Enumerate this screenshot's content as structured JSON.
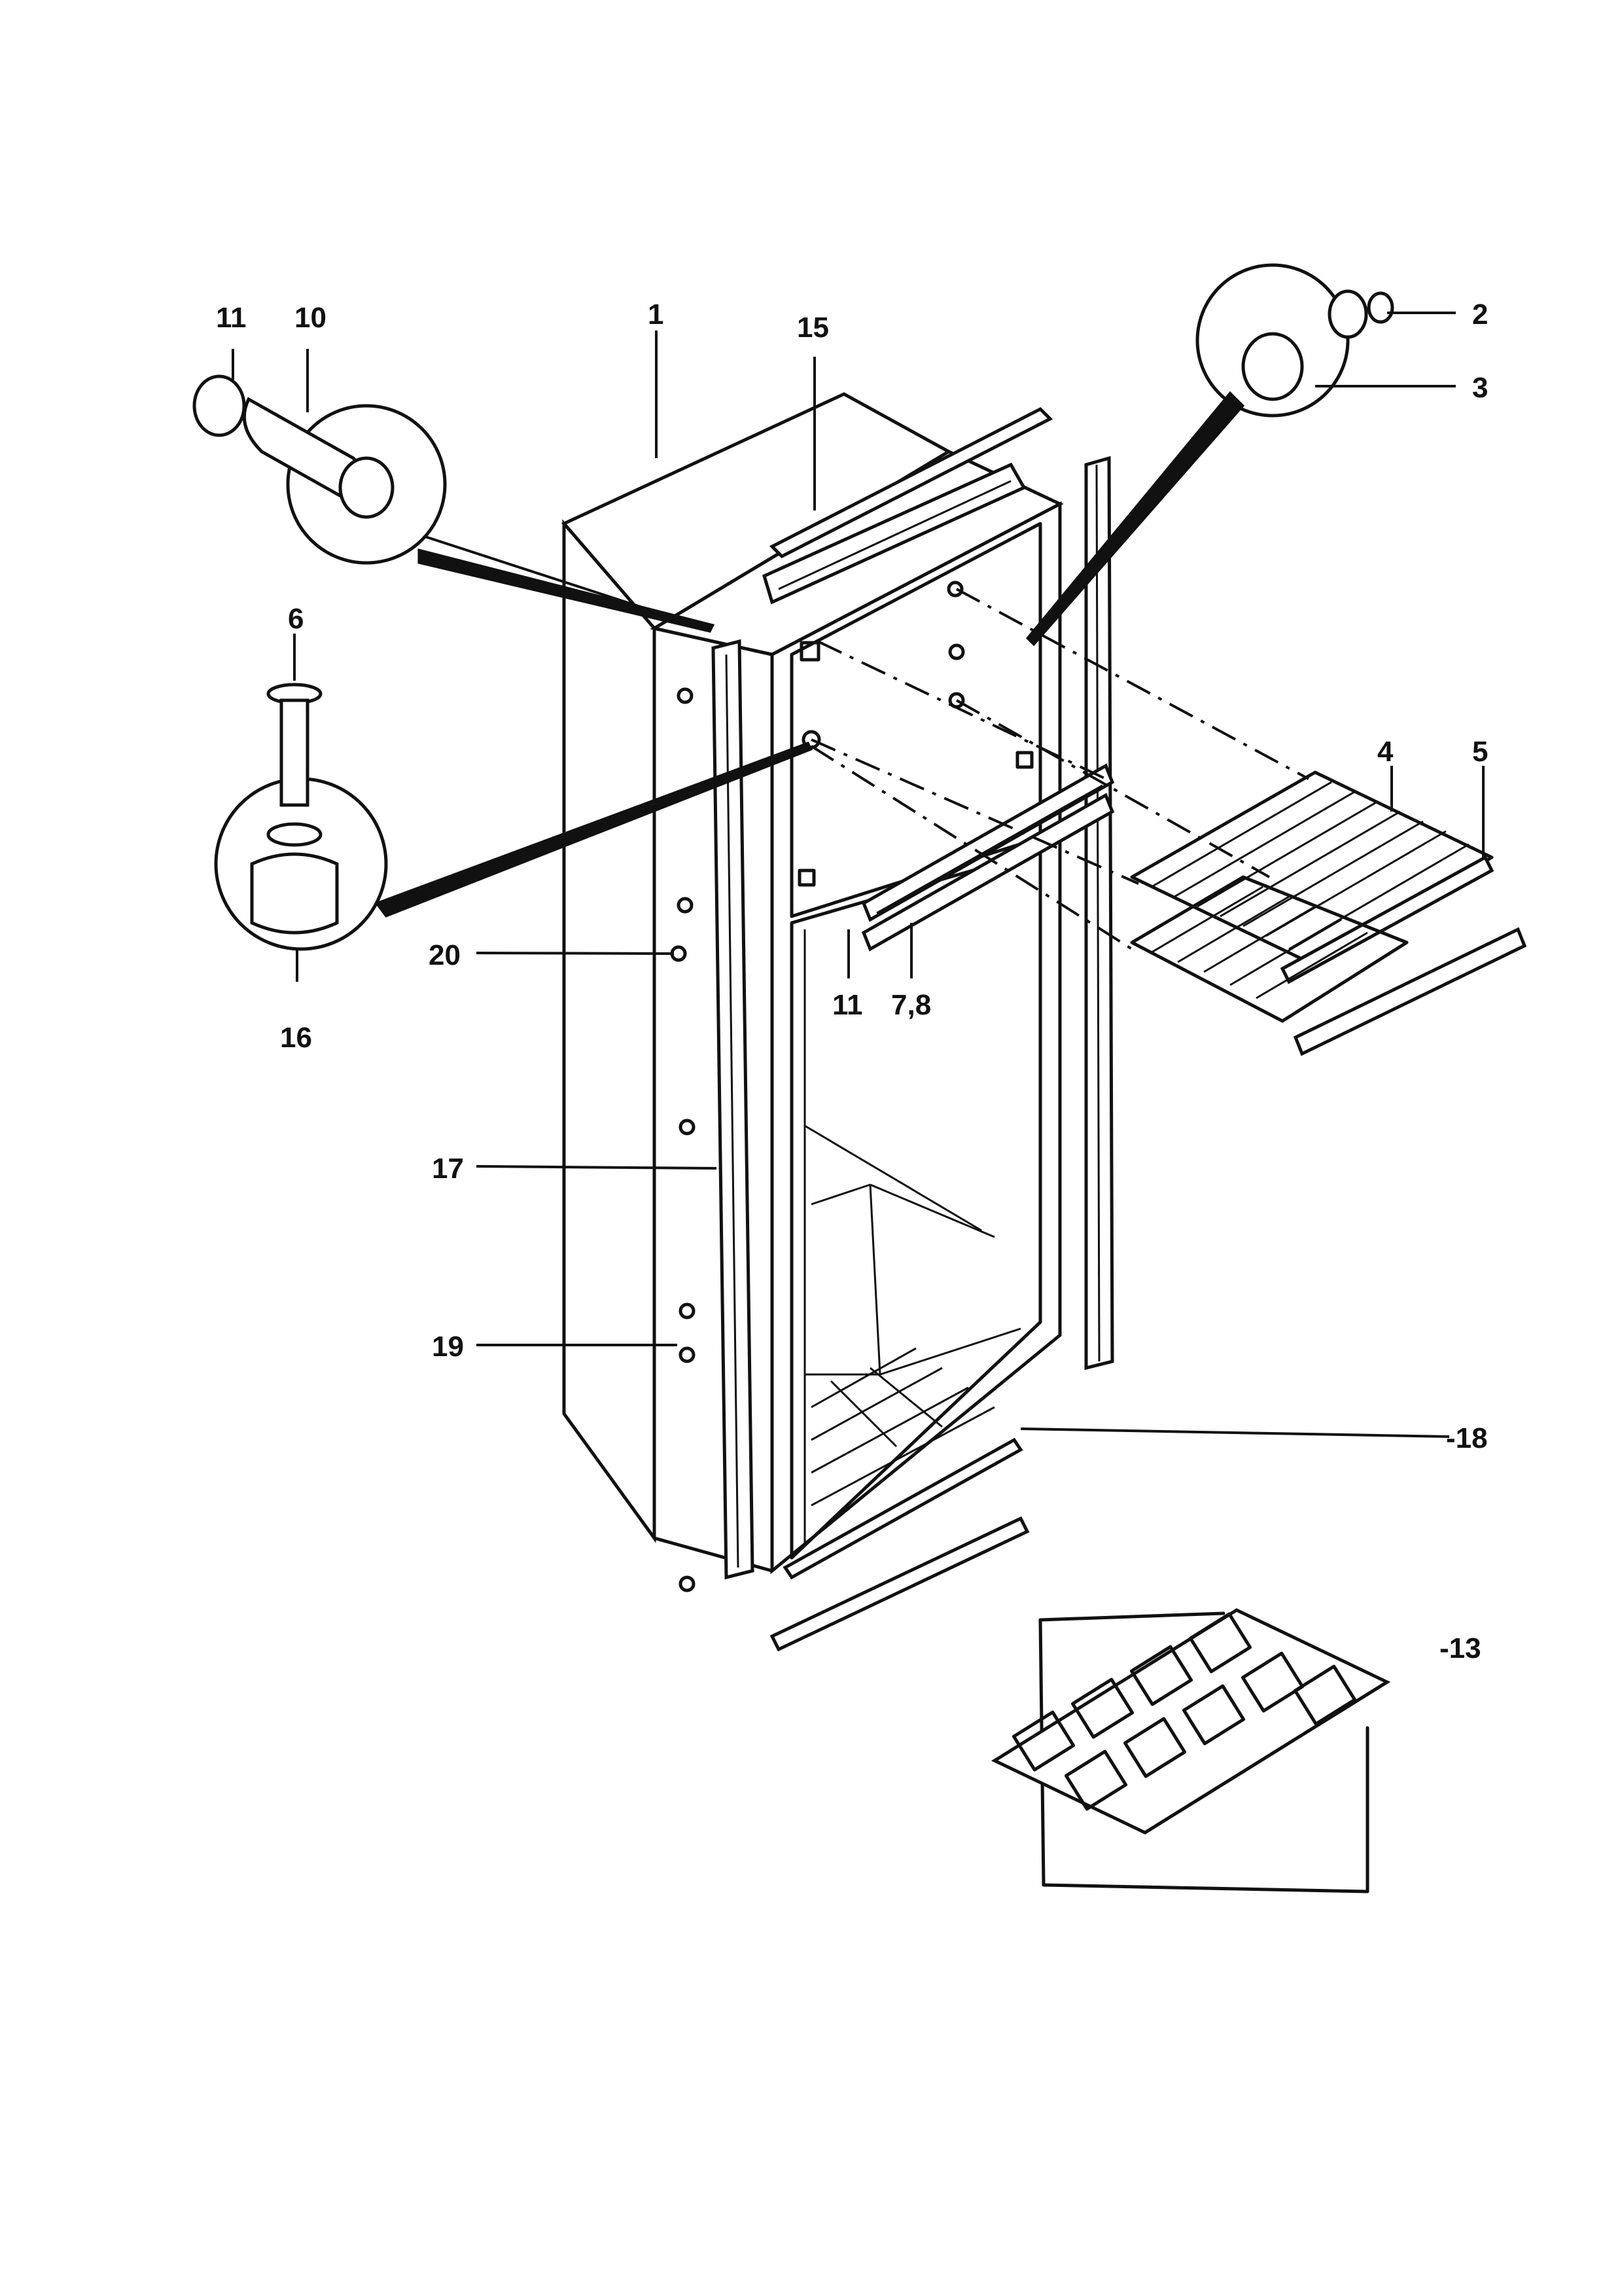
{
  "callouts": {
    "c1": "1",
    "c2": "2",
    "c3": "3",
    "c4": "4",
    "c5": "5",
    "c6": "6",
    "c7_8": "7,8",
    "c10": "10",
    "c11_top": "11",
    "c11_mid": "11",
    "c13": "-13",
    "c15": "15",
    "c16": "16",
    "c17": "17",
    "c18": "-18",
    "c19": "19",
    "c20": "20"
  }
}
